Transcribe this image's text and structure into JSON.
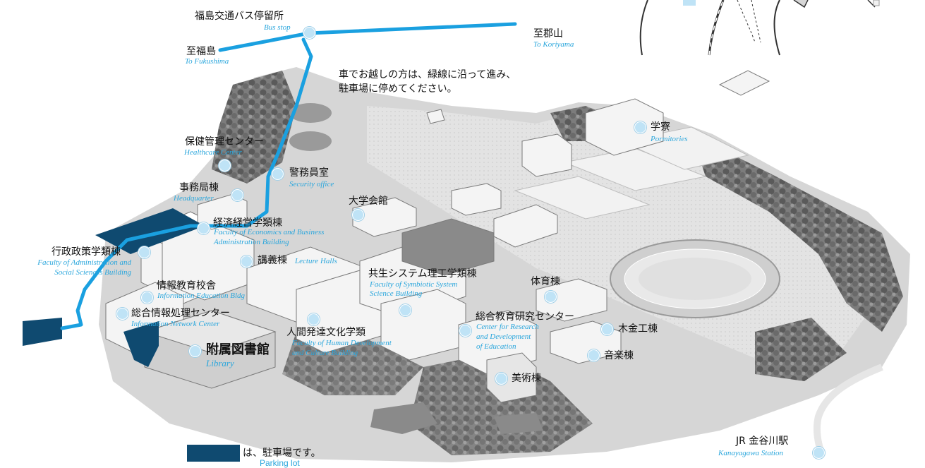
{
  "colors": {
    "route": "#1aa0e0",
    "parking": "#0f4a70",
    "marker": "#bfe3f6",
    "label_en": "#2aa6dc"
  },
  "top_labels": {
    "bus_stop_ja": "福島交通バス停留所",
    "bus_stop_en": "Bus stop",
    "to_fukushima_ja": "至福島",
    "to_fukushima_en": "To Fukushima",
    "to_koriyama_ja": "至郡山",
    "to_koriyama_en": "To Koriyama"
  },
  "driving_note": {
    "line1": "車でお越しの方は、緑線に沿って進み、",
    "line2": "駐車場に停めてください。"
  },
  "buildings": {
    "healthcare": {
      "ja": "保健管理センター",
      "en": "Healthcare Center"
    },
    "security": {
      "ja": "警務員室",
      "en": "Security office"
    },
    "headquarter": {
      "ja": "事務局棟",
      "en": "Headquarter"
    },
    "daigaku_kaikan": {
      "ja": "大学会館"
    },
    "economics": {
      "ja": "経済経営学類棟",
      "en1": "Faculty of Economics and Business",
      "en2": "Administration Building"
    },
    "administration": {
      "ja": "行政政策学類棟",
      "en1": "Faculty of Administration and",
      "en2": "Social Sciences Building"
    },
    "lecture_halls": {
      "ja": "講義棟",
      "en": "Lecture Halls"
    },
    "info_education": {
      "ja": "情報教育校舎",
      "en": "Information Education Bldg"
    },
    "info_network": {
      "ja": "総合情報処理センター",
      "en": "Information Network Center"
    },
    "symbiotic": {
      "ja": "共生システム理工学類棟",
      "en1": "Faculty of Symbiotic System",
      "en2": "Science Building"
    },
    "human_dev": {
      "ja": "人間発達文化学類",
      "en1": "Faculty of Human Development",
      "en2": "and Culture Building"
    },
    "library": {
      "ja": "附属図書館",
      "en": "Library"
    },
    "gym": {
      "ja": "体育棟"
    },
    "research_center": {
      "ja": "総合教育研究センター",
      "en1": "Center for Research",
      "en2": "and Development",
      "en3": "of Education"
    },
    "wood_metal": {
      "ja": "木金工棟"
    },
    "music": {
      "ja": "音楽棟"
    },
    "art": {
      "ja": "美術棟"
    },
    "dormitories": {
      "ja": "学寮",
      "en": "Pormitories"
    }
  },
  "station": {
    "ja": "JR 金谷川駅",
    "en": "Kanayagawa Station"
  },
  "legend": {
    "ja": "は、駐車場です。",
    "en": "Parking lot"
  }
}
